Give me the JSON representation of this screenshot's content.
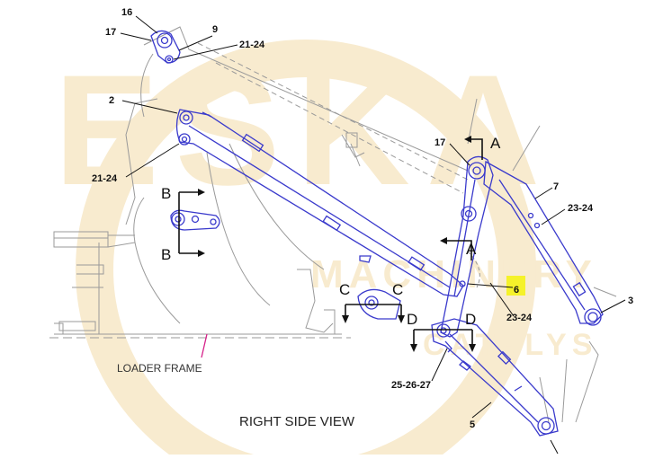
{
  "colors": {
    "outline": "#3a3acc",
    "ghost": "#9a9a9a",
    "leader": "#111111",
    "frame_leader": "#d6228a",
    "watermark": "#f3dba8",
    "highlight": "#f5f22a"
  },
  "watermark": {
    "main": "ESKA",
    "sub1": "MACHINERY",
    "sub2": "CATALYS"
  },
  "caption": "RIGHT SIDE VIEW",
  "frame_label": "LOADER FRAME",
  "sections": {
    "a_top": "A",
    "a_bottom": "A",
    "b_top": "B",
    "b_bottom": "B",
    "c_left": "C",
    "c_right": "C",
    "d_left": "D",
    "d_right": "D"
  },
  "callouts": {
    "c16": "16",
    "c17_top": "17",
    "c9": "9",
    "c21_24_top": "21-24",
    "c2": "2",
    "c21_24_mid": "21-24",
    "c17_right": "17",
    "c7": "7",
    "c23_24_upper": "23-24",
    "c3": "3",
    "c6": "6",
    "c23_24_lower": "23-24",
    "c25_26_27": "25-26-27",
    "c5": "5"
  }
}
